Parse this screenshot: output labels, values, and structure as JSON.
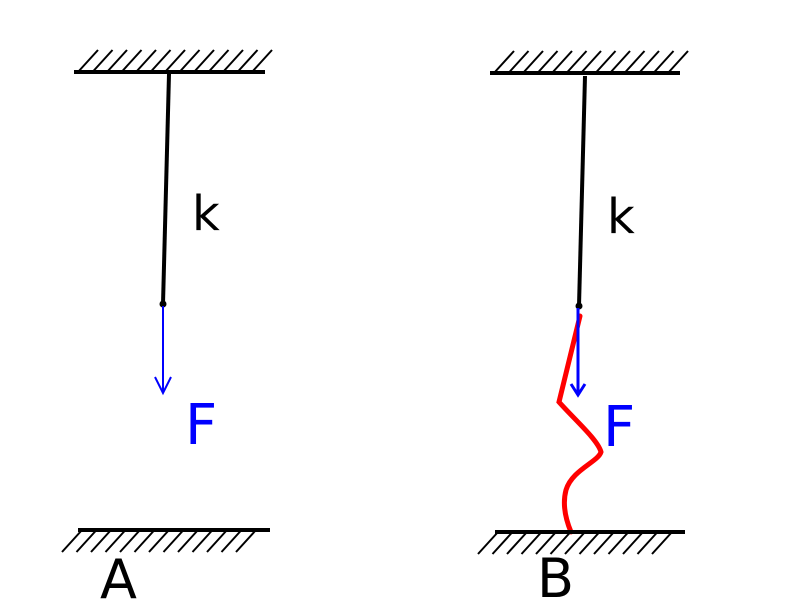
{
  "diagram": {
    "left": {
      "spring_label": "k",
      "force_label": "F",
      "case_label": "A"
    },
    "right": {
      "spring_label": "k",
      "force_label": "F",
      "case_label": "B"
    },
    "colors": {
      "line": "#000000",
      "force": "#0000ff",
      "constraint": "#ff0000"
    }
  }
}
